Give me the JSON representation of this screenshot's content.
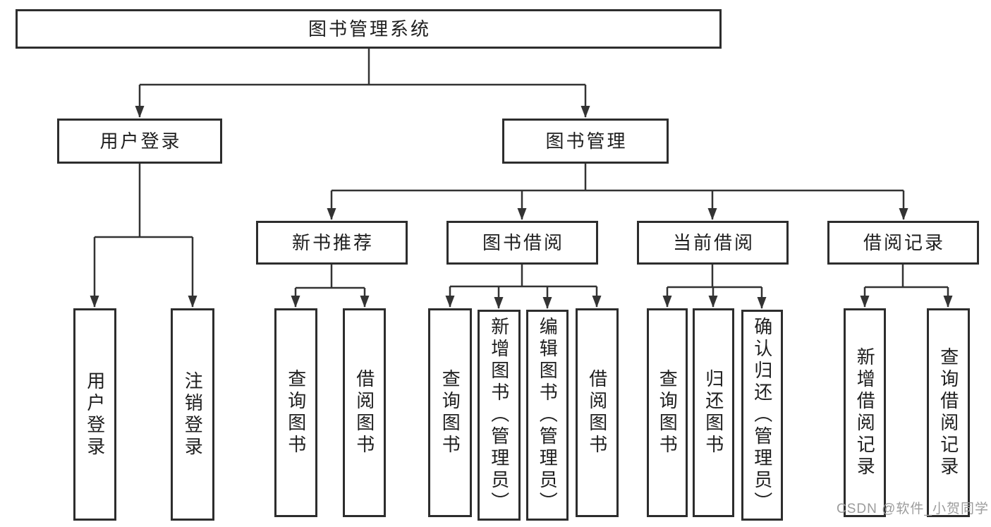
{
  "tree": {
    "root": "图书管理系统",
    "children": [
      {
        "label": "用户登录",
        "children": [
          "用户登录",
          "注销登录"
        ]
      },
      {
        "label": "图书管理",
        "children": [
          {
            "label": "新书推荐",
            "children": [
              "查询图书",
              "借阅图书"
            ]
          },
          {
            "label": "图书借阅",
            "children": [
              "查询图书",
              "新增图书（管理员）",
              "编辑图书（管理员）",
              "借阅图书"
            ]
          },
          {
            "label": "当前借阅",
            "children": [
              "查询图书",
              "归还图书",
              "确认归还（管理员）"
            ]
          },
          {
            "label": "借阅记录",
            "children": [
              "新增借阅记录",
              "查询借阅记录"
            ]
          }
        ]
      }
    ]
  },
  "watermark": {
    "text": "CSDN @软件_小贺同学"
  },
  "colors": {
    "line": "#333333",
    "border": "#2d2d2d",
    "text": "#1e1e1e",
    "watermark": "#9c9c9c",
    "background": "#ffffff"
  }
}
